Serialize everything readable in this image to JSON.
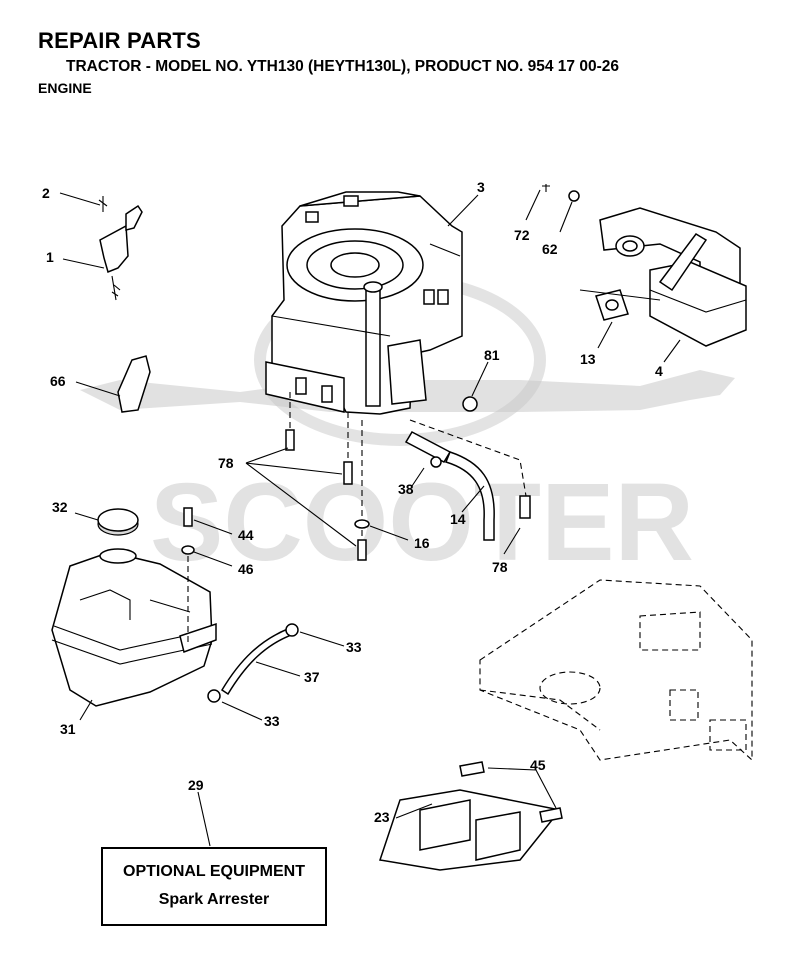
{
  "header": {
    "title": "REPAIR PARTS",
    "subtitle": "TRACTOR - MODEL NO. YTH130 (HEYTH130L), PRODUCT NO. 954 17 00-26",
    "section": "ENGINE"
  },
  "callouts": {
    "p1": "1",
    "p2": "2",
    "p3": "3",
    "p4": "4",
    "p13": "13",
    "p14": "14",
    "p16": "16",
    "p23": "23",
    "p29": "29",
    "p31": "31",
    "p32": "32",
    "p33a": "33",
    "p33b": "33",
    "p37": "37",
    "p38": "38",
    "p44": "44",
    "p45": "45",
    "p46": "46",
    "p62": "62",
    "p66": "66",
    "p72": "72",
    "p78a": "78",
    "p78b": "78",
    "p81": "81"
  },
  "optional_box": {
    "heading": "OPTIONAL EQUIPMENT",
    "item": "Spark Arrester"
  },
  "watermark": {
    "text": "SCOOTER"
  }
}
